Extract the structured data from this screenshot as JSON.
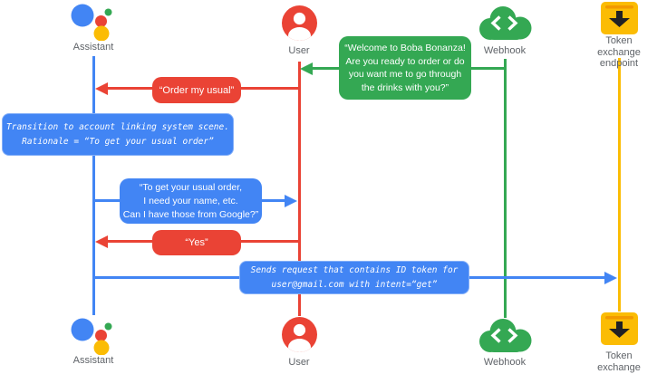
{
  "actors": {
    "assistant": {
      "label": "Assistant",
      "icon": "google-assistant-logo-icon",
      "color": "#4285f4"
    },
    "user": {
      "label": "User",
      "icon": "person-circle-icon",
      "color": "#ea4335"
    },
    "webhook": {
      "label": "Webhook",
      "icon": "cloud-code-icon",
      "color": "#34a853"
    },
    "token_endpoint": {
      "label": "Token exchange\nendpoint",
      "icon": "download-box-icon",
      "color": "#fbbc04"
    }
  },
  "messages": {
    "welcome": {
      "text": "“Welcome to Boba Bonanza!\nAre you ready to order or do\nyou want me to go through\nthe drinks with you?”",
      "from": "webhook",
      "to": "user",
      "style": "green-bubble"
    },
    "order_my_usual": {
      "text": "“Order my usual”",
      "from": "user",
      "to": "assistant",
      "style": "red-bubble"
    },
    "transition_note": {
      "text": "Transition to account linking system scene.\nRationale = “To get your usual order”",
      "from": "assistant",
      "to": "assistant",
      "style": "blue-note-monospace"
    },
    "ask_google": {
      "text": "“To get your usual order,\nI need your name, etc.\nCan I have those from Google?”",
      "from": "assistant",
      "to": "user",
      "style": "blue-bubble"
    },
    "yes": {
      "text": "“Yes”",
      "from": "user",
      "to": "assistant",
      "style": "red-bubble"
    },
    "sends_request": {
      "text": "Sends request that contains ID token for\nuser@gmail.com with intent=“get”",
      "from": "assistant",
      "to": "token_endpoint",
      "style": "blue-note-monospace"
    }
  },
  "colors": {
    "blue": "#4285f4",
    "red": "#ea4335",
    "green": "#34a853",
    "yellow": "#fbbc04",
    "label_gray": "#5f6368"
  }
}
